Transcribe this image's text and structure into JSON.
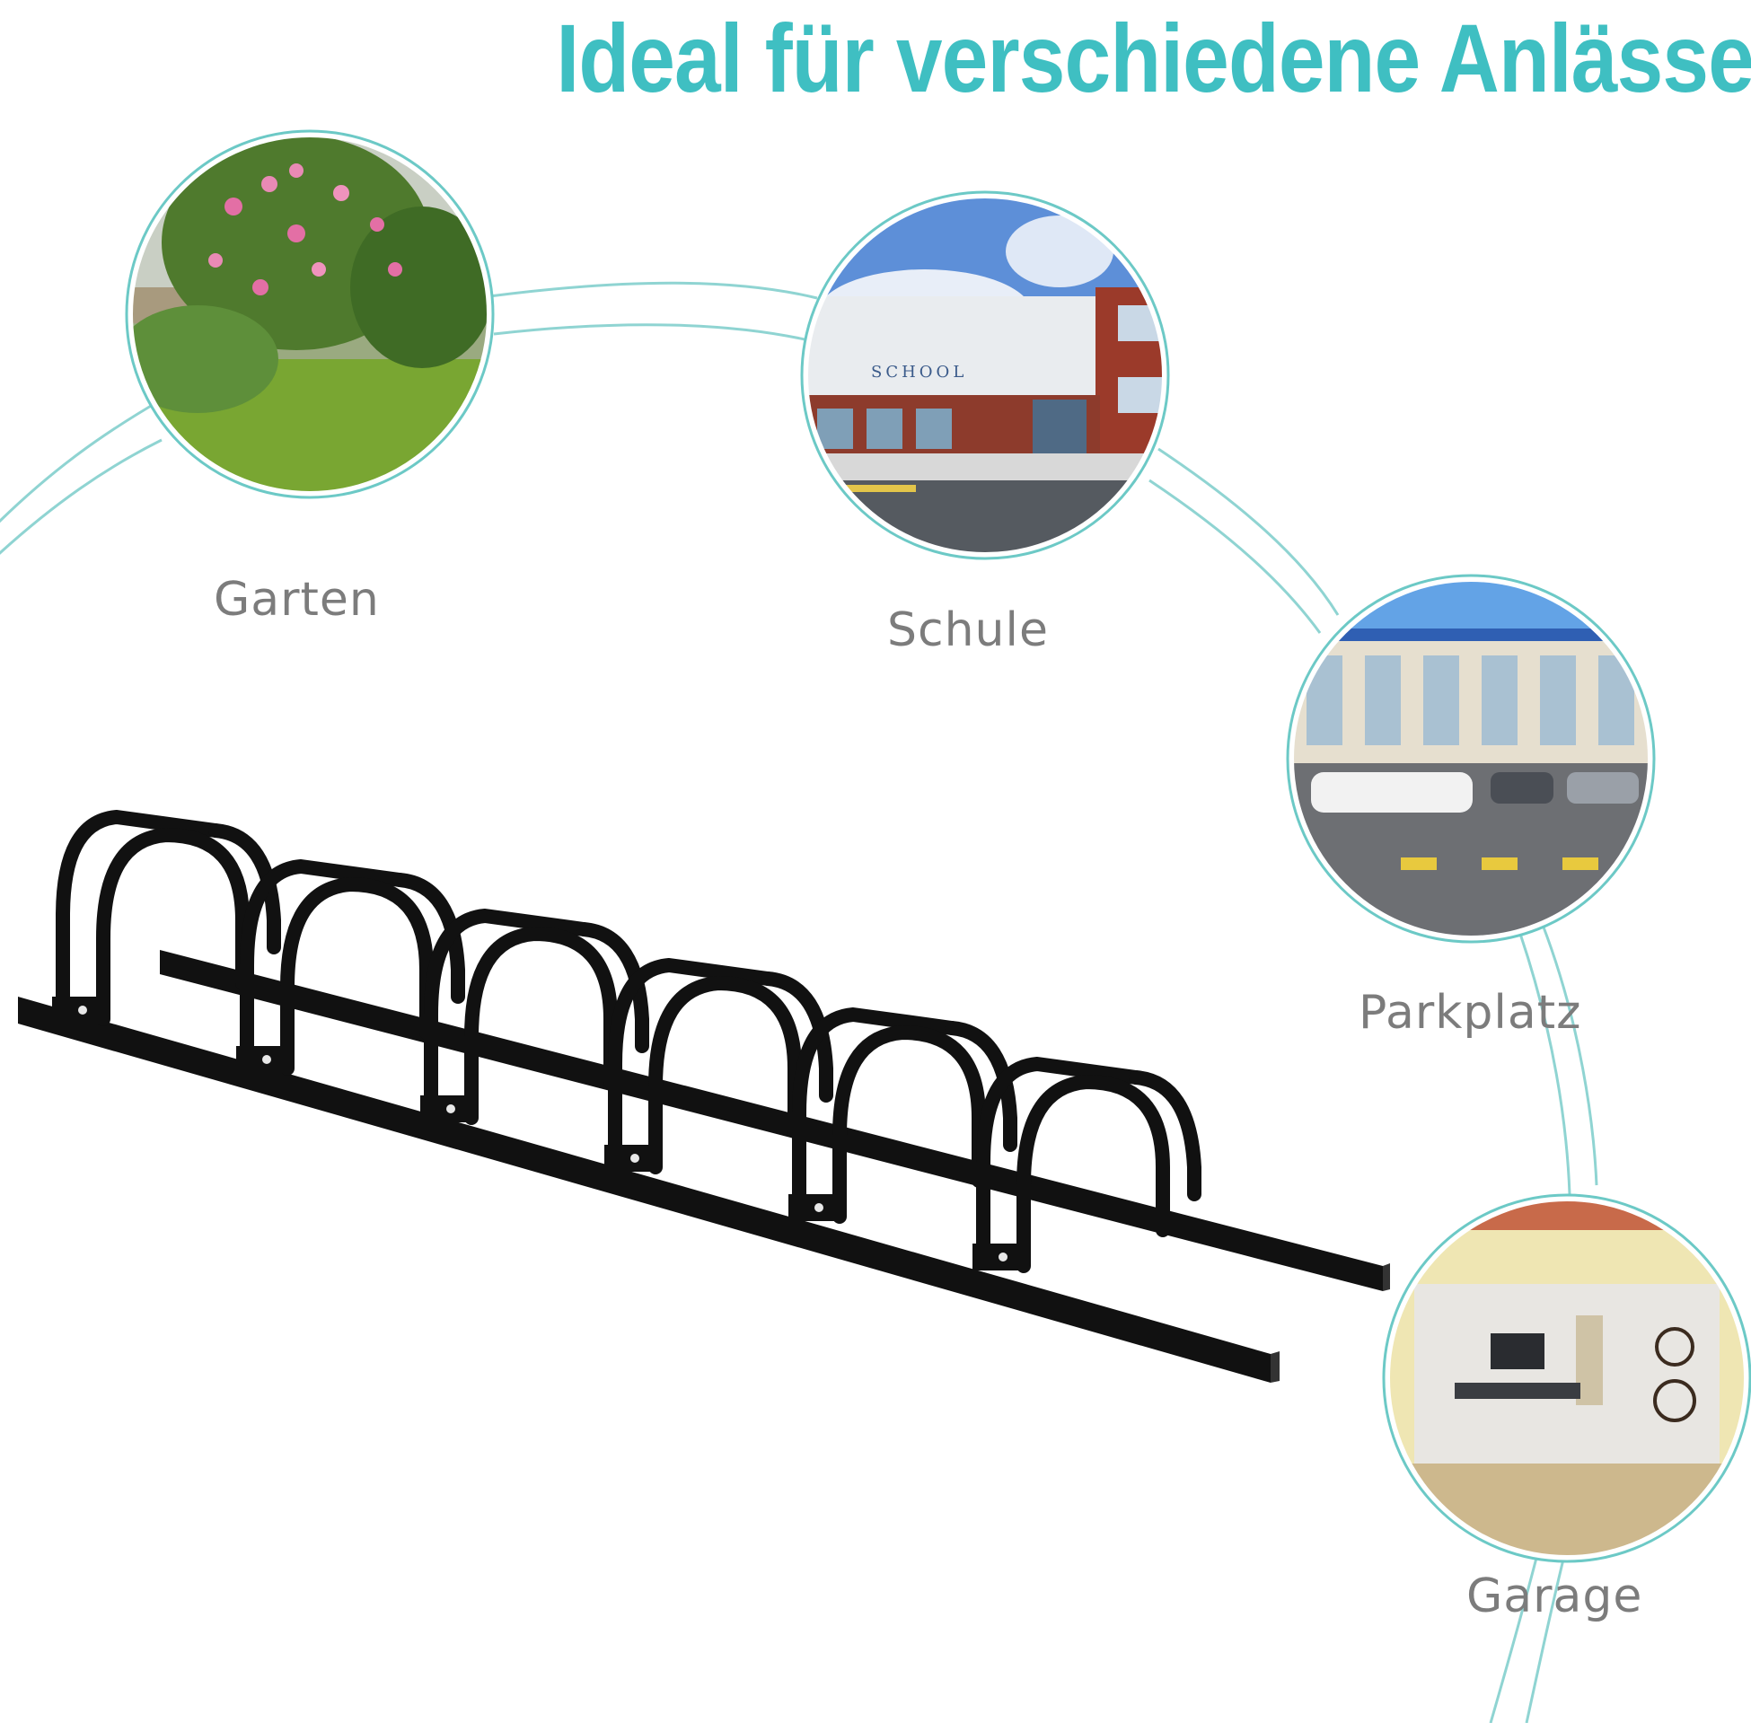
{
  "headline": {
    "text": "Ideal für verschiedene Anlässe",
    "color": "#3fbfc2"
  },
  "accent_color": "#8fd4d2",
  "rack_color": "#111111",
  "occasions": [
    {
      "id": "garten",
      "label": "Garten",
      "icon": "garden-photo"
    },
    {
      "id": "schule",
      "label": "Schule",
      "icon": "school-photo",
      "sign": "SCHOOL"
    },
    {
      "id": "parkplatz",
      "label": "Parkplatz",
      "icon": "parking-lot-photo"
    },
    {
      "id": "garage",
      "label": "Garage",
      "icon": "garage-photo"
    }
  ],
  "product": {
    "icon": "bike-rack-6-slot",
    "slots": 6
  }
}
